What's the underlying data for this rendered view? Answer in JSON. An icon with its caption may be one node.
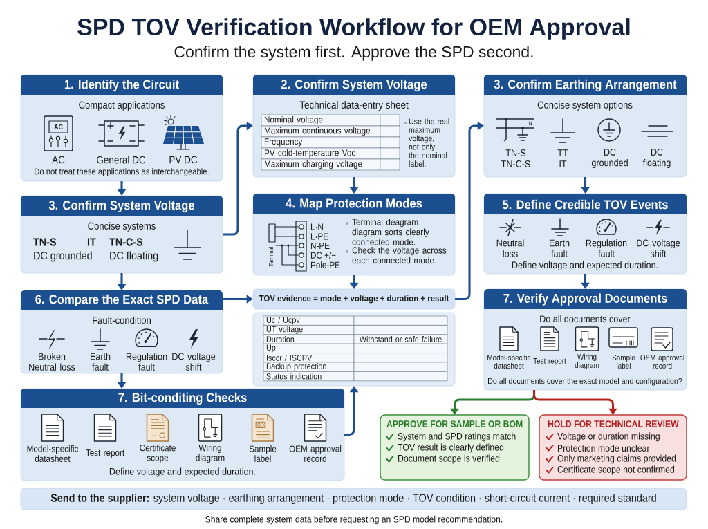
{
  "diagram": {
    "title": "SPD TOV Verification Workflow for OEM Approval",
    "caption": "Share complete system data before requesting an SPD model recommendation.",
    "nodes": [
      {
        "text": [
          "1. Identify the Circuit",
          "Compact applications",
          "AC",
          "AC",
          "General DC",
          "PV DC",
          "Do not treat these applications as interchangeable."
        ]
      },
      {
        "text": [
          "3. Confirm System Voltage",
          "Concise systems",
          "TN-S",
          "IT",
          "TN-C-S",
          "DC grounded",
          "DC floating"
        ]
      },
      {
        "text": [
          "6. Compare the Exact SPD Data",
          "Fault-condition",
          "Broken Neutral loss",
          "Earth fault",
          "Regulation fault",
          "DC voltage shift"
        ]
      },
      {
        "text": [
          "7. Bit-conditing Checks",
          "Model-specific datasheet",
          "Test report",
          "Certificate scope",
          "Wiring diagram",
          "Sample label",
          "OEM approval record",
          "Define voltage and expected duration."
        ]
      },
      {
        "text": [
          "2. Confirm System Voltage",
          "Technical data-entry sheet",
          "Nominal voltage",
          "Maximum continuous voltage",
          "Frequency",
          "PV cold-temperature Voc",
          "Maximum charging voltage",
          "Use the real maximum voltage, not only the nominal label."
        ]
      },
      {
        "text": [
          "4. Map Protection Modes",
          "Terminal",
          "L·N",
          "L·PE",
          "N-PE",
          "DC +/−",
          "Pole-PE",
          "Terminal deagram diagram sorts clearly connected mode.",
          "Check the voltage across each connected mode."
        ]
      },
      {
        "text": [
          "TOV evidence = mode + voltage + duration + result"
        ]
      },
      {
        "text": [
          "Uc / Ucpv",
          "UT voltage",
          "Duration",
          "Withstand or safe failure",
          "Up",
          "Isccr / ISCPV",
          "Backup protection",
          "Status indication"
        ]
      },
      {
        "text": [
          "3. Confirm Earthing Arrangement",
          "Concise system options",
          "N",
          "TN-S",
          "TN-C-S",
          "TT",
          "IT",
          "DC grounded",
          "DC floating"
        ]
      },
      {
        "text": [
          "5. Define Credible TOV Events",
          "Neutral loss",
          "Earth fault",
          "Regulation fault",
          "DC voltage shift",
          "Define voltage and expected duration."
        ]
      },
      {
        "text": [
          "7. Verify Approval Documents",
          "Do all documents cover",
          "Model-specific datasheet",
          "Test report",
          "Wiring diagram",
          "Sample label",
          "OEM approval record",
          "Do all documents cover the exact model and configuration?"
        ]
      },
      {
        "text": [
          "APPROVE FOR SAMPLE OR BOM",
          "System and SPD ratings match",
          "TOV result is clearly defined",
          "Document scope is verified"
        ]
      },
      {
        "text": [
          "HOLD FOR TECHNICAL REVIEW",
          "Voltage or duration missing",
          "Protection mode unclear",
          "Only marketing claims provided",
          "Certificate scope not confirmed"
        ]
      },
      {
        "text": [
          "**Send to the supplier:** system voltage · earthing arrangement · protection mode · TOV condition · short-circuit current · required standard"
        ]
      }
    ],
    "edges": [
      {
        "from": 0,
        "to": 1,
        "arrow": "to"
      },
      {
        "from": 1,
        "to": 4,
        "arrow": "to"
      },
      {
        "from": 1,
        "to": 2,
        "arrow": "to"
      },
      {
        "from": 2,
        "to": 6,
        "arrow": "to"
      },
      {
        "from": 2,
        "to": 3,
        "arrow": "to"
      },
      {
        "from": 3,
        "to": 7,
        "arrow": "to"
      },
      {
        "from": 4,
        "to": 5,
        "arrow": "to"
      },
      {
        "from": 5,
        "to": 6,
        "arrow": "to"
      },
      {
        "from": 6,
        "to": 8,
        "arrow": "to"
      },
      {
        "from": 8,
        "to": 9,
        "arrow": "to"
      },
      {
        "from": 9,
        "to": 10,
        "arrow": "to"
      },
      {
        "from": 10,
        "to": 11,
        "arrow": "to",
        "color": "#2e7d32"
      },
      {
        "from": 10,
        "to": 12,
        "arrow": "to",
        "color": "#b3261e"
      }
    ],
    "labels": [
      "Confirm the system first. Approve the SPD second."
    ]
  }
}
